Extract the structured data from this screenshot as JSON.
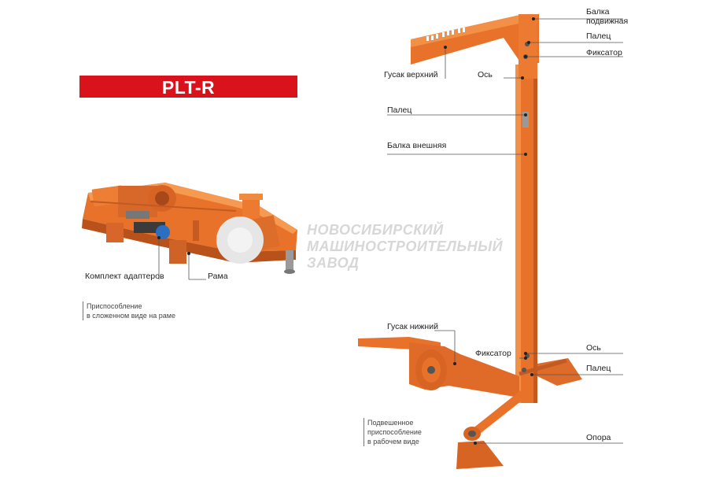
{
  "banner": {
    "title": "PLT-R"
  },
  "watermark": {
    "line1": "НОВОСИБИРСКИЙ",
    "line2": "МАШИНОСТРОИТЕЛЬНЫЙ",
    "line3": "ЗАВОД"
  },
  "left_labels": {
    "adapters": "Комплект адаптеров",
    "frame": "Рама"
  },
  "left_caption": {
    "line1": "Приспособление",
    "line2": "в сложенном виде на раме"
  },
  "right_labels": {
    "movable_beam_1": "Балка",
    "movable_beam_2": "подвижная",
    "pin_top": "Палец",
    "lock_top": "Фиксатор",
    "upper_gooseneck": "Гусак верхний",
    "axis_top": "Ось",
    "pin_mid": "Палец",
    "outer_beam": "Балка внешняя",
    "lower_gooseneck": "Гусак нижний",
    "lock_bottom": "Фиксатор",
    "axis_bottom": "Ось",
    "pin_bottom": "Палец",
    "support": "Опора"
  },
  "right_caption": {
    "line1": "Подвешенное",
    "line2": "приспособление",
    "line3": "в рабочем виде"
  },
  "colors": {
    "banner": "#d9121c",
    "machine_orange": "#e8722a",
    "text": "#222222"
  }
}
